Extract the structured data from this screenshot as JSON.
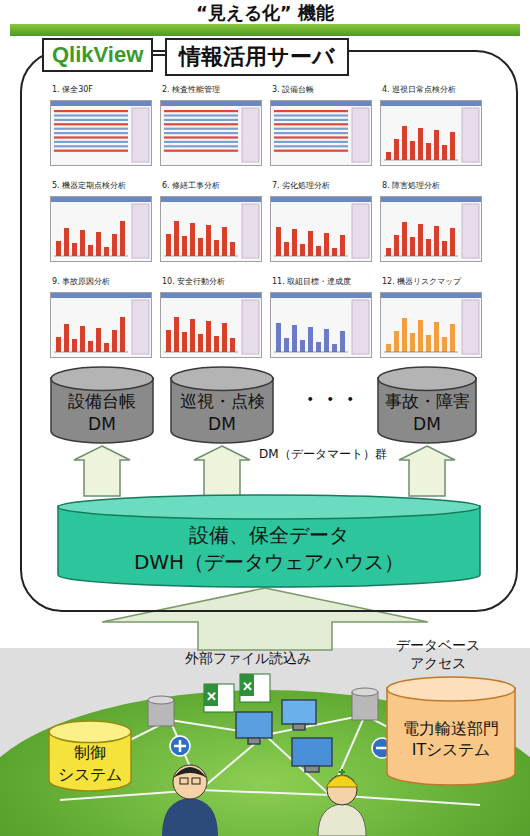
{
  "diagram": {
    "title": "“見える化” 機能",
    "nodes": [
      {
        "text": [
          "QlikView",
          "情報活用サーバ"
        ]
      },
      {
        "text": [
          "1. 保全30F"
        ],
        "in": 0
      },
      {
        "text": [
          "2. 検査性能管理"
        ],
        "in": 0
      },
      {
        "text": [
          "3. 設備台帳"
        ],
        "in": 0
      },
      {
        "text": [
          "4. 巡視日常点検分析"
        ],
        "in": 0
      },
      {
        "text": [
          "5. 機器定期点検分析"
        ],
        "in": 0
      },
      {
        "text": [
          "6. 修繕工事分析"
        ],
        "in": 0
      },
      {
        "text": [
          "7. 劣化処理分析"
        ],
        "in": 0
      },
      {
        "text": [
          "8. 障害処理分析"
        ],
        "in": 0
      },
      {
        "text": [
          "9. 事故原因分析"
        ],
        "in": 0
      },
      {
        "text": [
          "10. 安全行動分析"
        ],
        "in": 0
      },
      {
        "text": [
          "11. 取組目標・達成度"
        ],
        "in": 0
      },
      {
        "text": [
          "12. 機器リスクマップ"
        ],
        "in": 0
      },
      {
        "text": [
          "設備台帳",
          "DM"
        ],
        "in": 0
      },
      {
        "text": [
          "巡視・点検",
          "DM"
        ],
        "in": 0
      },
      {
        "text": [
          "事故・障害",
          "DM"
        ],
        "in": 0
      },
      {
        "text": [
          "設備、保全データ",
          "DWH（データウェアハウス）"
        ],
        "in": 0
      },
      {
        "text": [
          "制御",
          "システム"
        ]
      },
      {
        "text": [
          "電力輸送部門",
          "ITシステム"
        ]
      }
    ],
    "edges": [
      {
        "from": 16,
        "to": 13,
        "arrow": "to"
      },
      {
        "from": 16,
        "to": 14,
        "arrow": "to"
      },
      {
        "from": 16,
        "to": 15,
        "arrow": "to"
      }
    ],
    "labels": [
      "・・・",
      "DM（データマート）群",
      "外部ファイル読込み",
      "データベース アクセス"
    ]
  }
}
